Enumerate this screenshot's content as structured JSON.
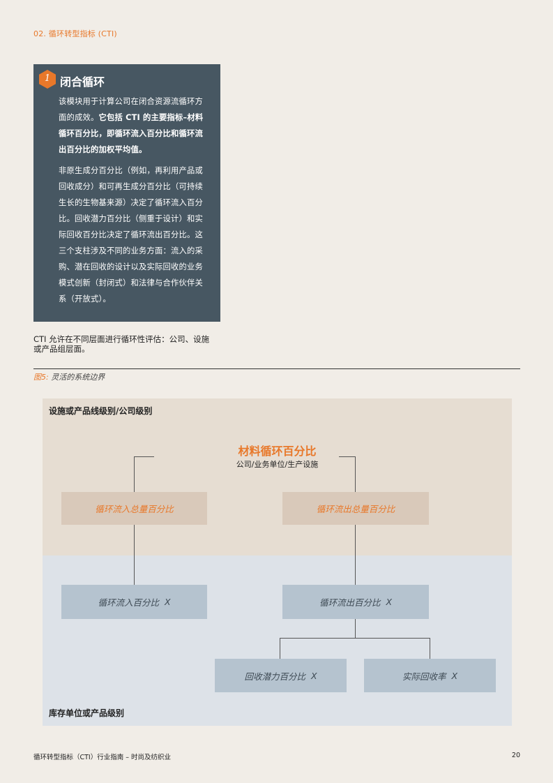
{
  "header": {
    "section": "02. 循环转型指标 (CTI)"
  },
  "info_box": {
    "number": "1",
    "title": "闭合循环",
    "para1_plain": "该模块用于计算公司在闭合资源流循环方面的成效。",
    "para1_bold": "它包括 CTI 的主要指标–材料循环百分比，即循环流入百分比和循环流出百分比的加权平均值。",
    "para2": "非原生成分百分比（例如，再利用产品或回收成分）和可再生成分百分比（可持续生长的生物基来源）决定了循环流入百分比。回收潜力百分比（侧重于设计）和实际回收百分比决定了循环流出百分比。这三个支柱涉及不同的业务方面：流入的采购、潜在回收的设计以及实际回收的业务模式创新（封闭式）和法律与合作伙伴关系（开放式）。"
  },
  "caption": "CTI 允许在不同层面进行循环性评估：公司、设施或产品组层面。",
  "figure": {
    "label_num": "图5:",
    "label_text": "灵活的系统边界",
    "top_region_label": "设施或产品线级别/公司级别",
    "bottom_region_label": "库存单位或产品级别",
    "main_title": "材料循环百分比",
    "main_subtitle": "公司/业务单位/生产设施",
    "inflow_total": "循环流入总量百分比",
    "outflow_total": "循环流出总量百分比",
    "inflow_pct": "循环流入百分比",
    "outflow_pct": "循环流出百分比",
    "recovery_potential": "回收潜力百分比",
    "actual_recovery": "实际回收率",
    "x_marker": "X"
  },
  "footer": {
    "title": "循环转型指标（CTI）行业指南 – 时尚及纺织业",
    "page": "20"
  }
}
